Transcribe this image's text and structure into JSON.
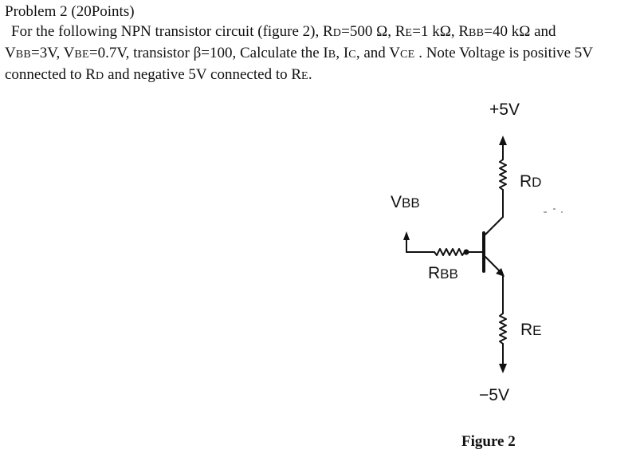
{
  "problem": {
    "title": "Problem 2 (20Points)",
    "line1_prefix": "For the following NPN transistor circuit (figure 2), R",
    "line1_rd_sub": "D",
    "line1_rd_val": "=500 Ω, R",
    "line1_re_sub": "E",
    "line1_re_val": "=1 kΩ, R",
    "line1_rbb_sub": "BB",
    "line1_rbb_val": "=40 kΩ and",
    "line2_vbb_pre": "V",
    "line2_vbb_sub": "BB",
    "line2_vbb_val": "=3V,  V",
    "line2_vbe_sub": "BE",
    "line2_mid": "=0.7V, transistor β=100, Calculate the I",
    "line2_ib_sub": "B",
    "line2_ic_pre": ", I",
    "line2_ic_sub": "C",
    "line2_vce_pre": ", and V",
    "line2_vce_sub": "CE",
    "line2_end": " . Note Voltage is positive 5V",
    "line3_pre": "connected to R",
    "line3_rd_sub": "D",
    "line3_mid": " and negative 5V connected to R",
    "line3_re_sub": "E",
    "line3_end": "."
  },
  "circuit": {
    "vcc_label": "+5V",
    "vee_label": "−5V",
    "rd_label_main": "R",
    "rd_label_sub": "D",
    "re_label_main": "R",
    "re_label_sub": "E",
    "vbb_label_main": "V",
    "vbb_label_sub": "BB",
    "rbb_label_main": "R",
    "rbb_label_sub": "BB"
  },
  "figure_caption": "Figure 2"
}
